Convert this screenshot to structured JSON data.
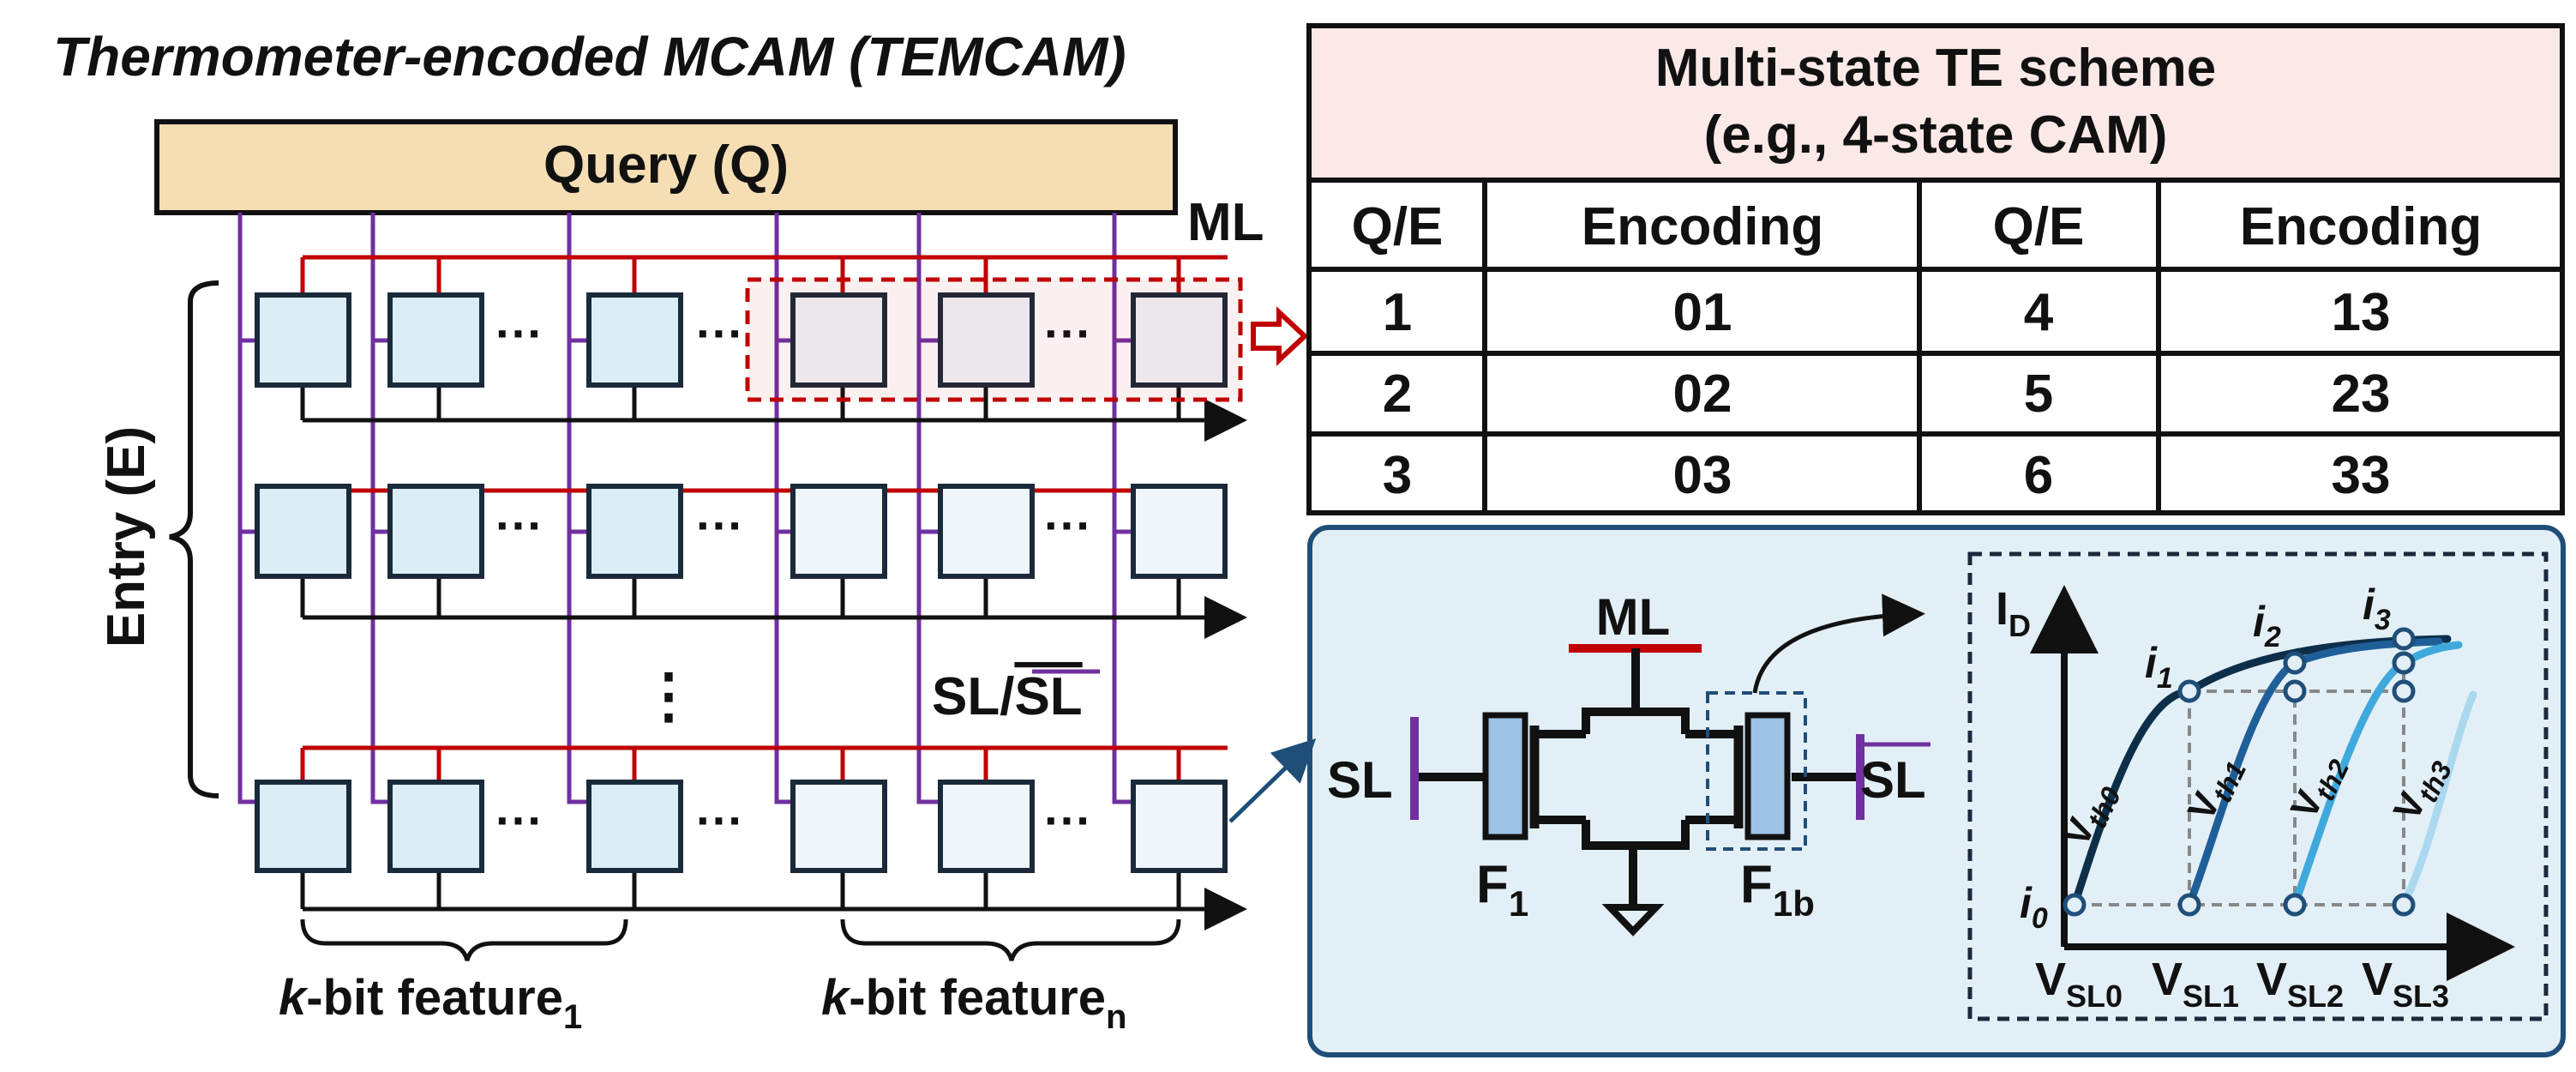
{
  "title": "Thermometer-encoded MCAM (TEMCAM)",
  "query_label": "Query (Q)",
  "ml_label": "ML",
  "entry_label": "Entry (E)",
  "sl_label": "SL/",
  "sl_bar_label": "SL",
  "vdots": "⋮",
  "ellipsis": "···",
  "feature1": {
    "prefix": "k",
    "text": "-bit feature",
    "sub": "1"
  },
  "featuren": {
    "prefix": "k",
    "text": "-bit feature",
    "sub": "n"
  },
  "table": {
    "title_line1": "Multi-state TE scheme",
    "title_line2": "(e.g., 4-state CAM)",
    "headers": [
      "Q/E",
      "Encoding",
      "Q/E",
      "Encoding"
    ],
    "rows": [
      [
        "1",
        "01",
        "4",
        "13"
      ],
      [
        "2",
        "02",
        "5",
        "23"
      ],
      [
        "3",
        "03",
        "6",
        "33"
      ]
    ]
  },
  "cell": {
    "ml": "ML",
    "sl": "SL",
    "slb": "SL",
    "f1": "F",
    "f1_sub": "1",
    "f1b": "F",
    "f1b_sub": "1b"
  },
  "iv": {
    "y_axis": "I",
    "y_axis_sub": "D",
    "vsl": [
      {
        "main": "V",
        "sub": "SL0"
      },
      {
        "main": "V",
        "sub": "SL1"
      },
      {
        "main": "V",
        "sub": "SL2"
      },
      {
        "main": "V",
        "sub": "SL3"
      }
    ],
    "vth": [
      {
        "main": "V",
        "sub": "th0"
      },
      {
        "main": "V",
        "sub": "th1"
      },
      {
        "main": "V",
        "sub": "th2"
      },
      {
        "main": "V",
        "sub": "th3"
      }
    ],
    "currents": [
      {
        "main": "i",
        "sub": "0"
      },
      {
        "main": "i",
        "sub": "1"
      },
      {
        "main": "i",
        "sub": "2"
      },
      {
        "main": "i",
        "sub": "3"
      }
    ]
  },
  "colors": {
    "title": "#1a1aff",
    "query_fill": "#f5deb3",
    "ml_red": "#c00000",
    "sl_purple": "#7030a0",
    "cell_fill_a": "#dcedf7",
    "cell_fill_b": "#eef6fb",
    "table_header_fill": "#fbe9e7",
    "panel_fill": "#e3eff6",
    "panel_border": "#1f4e79",
    "curve0": "#0d2f4a",
    "curve1": "#1f5f99",
    "curve2": "#3fa9dc",
    "curve3": "#a9d8ef"
  }
}
